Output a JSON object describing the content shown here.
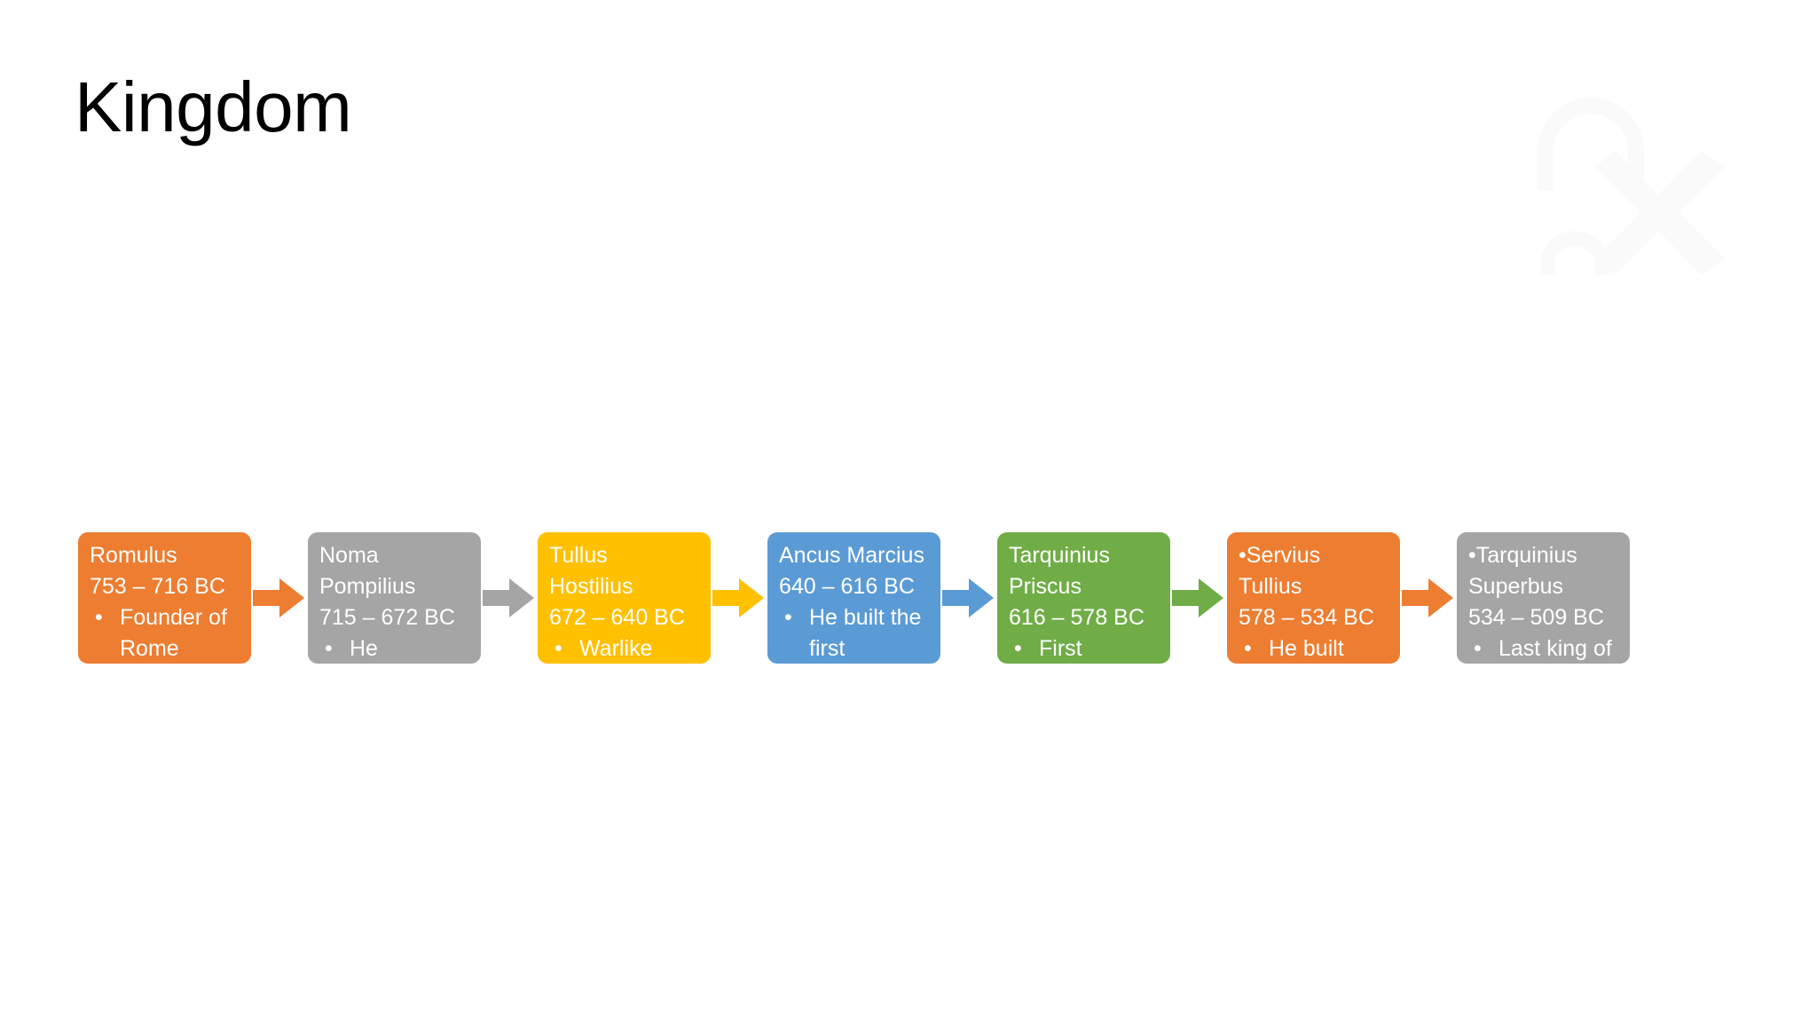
{
  "slide": {
    "title": "Kingdom",
    "background_color": "#FFFFFF"
  },
  "palette": {
    "orange": "#ED7D31",
    "gray": "#A5A5A5",
    "yellow": "#FFC000",
    "blue": "#5B9BD5",
    "green": "#70AD47",
    "text_on_shape": "#FFFFFF",
    "title_color": "#000000"
  },
  "watermark": {
    "name": "faint-arch-and-x-shapes",
    "color": "#FAFAFA",
    "visible": true
  },
  "process": {
    "name": "seven-kings-of-rome-process",
    "arrow_label": "next",
    "nodes": [
      {
        "id": "romulus",
        "color_key": "orange",
        "color": "#ED7D31",
        "name_lines": [
          "Romulus"
        ],
        "dates": "753 – 716 BC",
        "bullets": [
          "Founder of Rome"
        ],
        "inline_bullet": false
      },
      {
        "id": "noma-pompilius",
        "color_key": "gray",
        "color": "#A5A5A5",
        "name_lines": [
          "Noma",
          "Pompilius"
        ],
        "dates": "715 – 672 BC",
        "bullets": [
          "He"
        ],
        "inline_bullet": false
      },
      {
        "id": "tullus-hostilius",
        "color_key": "yellow",
        "color": "#FFC000",
        "name_lines": [
          "Tullus",
          "Hostilius"
        ],
        "dates": "672 – 640 BC",
        "bullets": [
          "Warlike"
        ],
        "inline_bullet": false
      },
      {
        "id": "ancus-marcius",
        "color_key": "blue",
        "color": "#5B9BD5",
        "name_lines": [
          "Ancus Marcius"
        ],
        "dates": "640 – 616 BC",
        "bullets": [
          "He built the first"
        ],
        "inline_bullet": false
      },
      {
        "id": "tarquinius-priscus",
        "color_key": "green",
        "color": "#70AD47",
        "name_lines": [
          "Tarquinius",
          "Priscus"
        ],
        "dates": "616 – 578 BC",
        "bullets": [
          "First"
        ],
        "inline_bullet": false
      },
      {
        "id": "servius-tullius",
        "color_key": "orange",
        "color": "#ED7D31",
        "name_lines": [
          "Servius",
          "Tullius"
        ],
        "dates": "578 – 534 BC",
        "bullets": [
          "He built"
        ],
        "inline_bullet": true
      },
      {
        "id": "tarquinius-superbus",
        "color_key": "gray",
        "color": "#A5A5A5",
        "name_lines": [
          "Tarquinius",
          "Superbus"
        ],
        "dates": "534 – 509 BC",
        "bullets": [
          "Last king of"
        ],
        "inline_bullet": true
      }
    ],
    "arrows": [
      {
        "id": "arrow-1",
        "color": "#ED7D31"
      },
      {
        "id": "arrow-2",
        "color": "#A5A5A5"
      },
      {
        "id": "arrow-3",
        "color": "#FFC000"
      },
      {
        "id": "arrow-4",
        "color": "#5B9BD5"
      },
      {
        "id": "arrow-5",
        "color": "#70AD47"
      },
      {
        "id": "arrow-6",
        "color": "#ED7D31"
      }
    ]
  }
}
